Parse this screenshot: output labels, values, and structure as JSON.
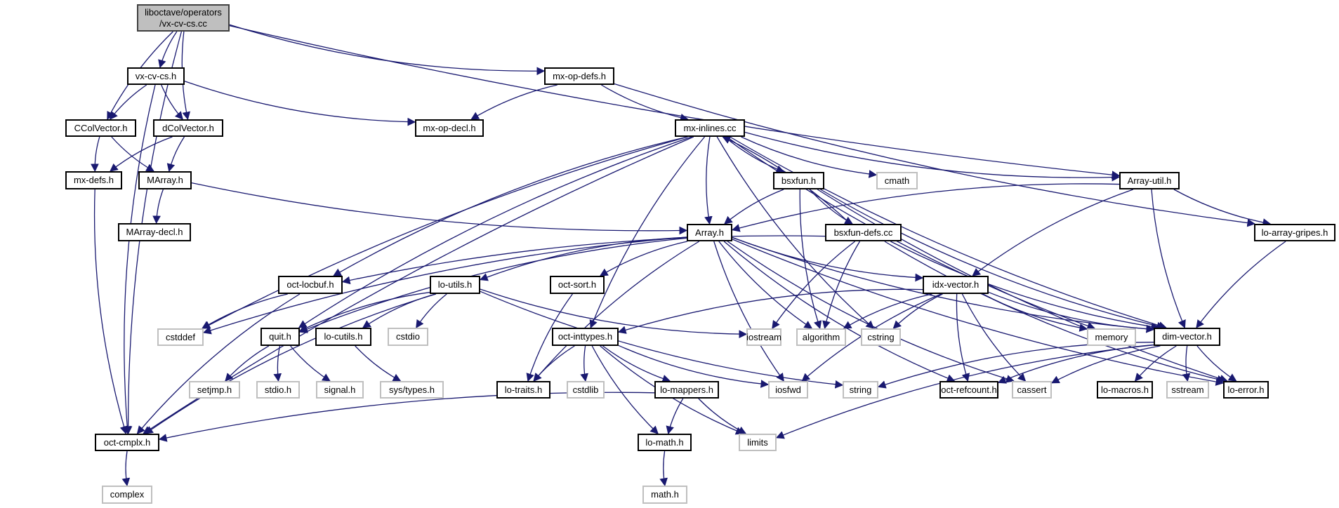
{
  "diagram": {
    "title": "Include dependency graph for liboctave/operators/vx-cv-cs.cc",
    "colors": {
      "edge": "#191970",
      "root_fill": "#bfbfbf",
      "external_border": "#bfbfbf",
      "node_border": "#000000"
    },
    "nodes": [
      {
        "id": "root",
        "label": "liboctave/operators\n/vx-cv-cs.cc",
        "kind": "root"
      },
      {
        "id": "vx-cv-cs.h",
        "label": "vx-cv-cs.h",
        "kind": "local"
      },
      {
        "id": "CColVector.h",
        "label": "CColVector.h",
        "kind": "local"
      },
      {
        "id": "dColVector.h",
        "label": "dColVector.h",
        "kind": "local"
      },
      {
        "id": "mx-defs.h",
        "label": "mx-defs.h",
        "kind": "local"
      },
      {
        "id": "MArray.h",
        "label": "MArray.h",
        "kind": "local"
      },
      {
        "id": "MArray-decl.h",
        "label": "MArray-decl.h",
        "kind": "local"
      },
      {
        "id": "mx-op-decl.h",
        "label": "mx-op-decl.h",
        "kind": "local"
      },
      {
        "id": "mx-op-defs.h",
        "label": "mx-op-defs.h",
        "kind": "local"
      },
      {
        "id": "mx-inlines.cc",
        "label": "mx-inlines.cc",
        "kind": "local"
      },
      {
        "id": "bsxfun.h",
        "label": "bsxfun.h",
        "kind": "local"
      },
      {
        "id": "cmath",
        "label": "cmath",
        "kind": "external"
      },
      {
        "id": "Array-util.h",
        "label": "Array-util.h",
        "kind": "local"
      },
      {
        "id": "lo-array-gripes.h",
        "label": "lo-array-gripes.h",
        "kind": "local"
      },
      {
        "id": "Array.h",
        "label": "Array.h",
        "kind": "local"
      },
      {
        "id": "bsxfun-defs.cc",
        "label": "bsxfun-defs.cc",
        "kind": "local"
      },
      {
        "id": "oct-locbuf.h",
        "label": "oct-locbuf.h",
        "kind": "local"
      },
      {
        "id": "lo-utils.h",
        "label": "lo-utils.h",
        "kind": "local"
      },
      {
        "id": "oct-sort.h",
        "label": "oct-sort.h",
        "kind": "local"
      },
      {
        "id": "idx-vector.h",
        "label": "idx-vector.h",
        "kind": "local"
      },
      {
        "id": "cstddef",
        "label": "cstddef",
        "kind": "external"
      },
      {
        "id": "quit.h",
        "label": "quit.h",
        "kind": "local"
      },
      {
        "id": "lo-cutils.h",
        "label": "lo-cutils.h",
        "kind": "local"
      },
      {
        "id": "cstdio",
        "label": "cstdio",
        "kind": "external"
      },
      {
        "id": "oct-inttypes.h",
        "label": "oct-inttypes.h",
        "kind": "local"
      },
      {
        "id": "iostream",
        "label": "iostream",
        "kind": "external"
      },
      {
        "id": "algorithm",
        "label": "algorithm",
        "kind": "external"
      },
      {
        "id": "cstring",
        "label": "cstring",
        "kind": "external"
      },
      {
        "id": "memory",
        "label": "memory",
        "kind": "external"
      },
      {
        "id": "dim-vector.h",
        "label": "dim-vector.h",
        "kind": "local"
      },
      {
        "id": "setjmp.h",
        "label": "setjmp.h",
        "kind": "external"
      },
      {
        "id": "stdio.h",
        "label": "stdio.h",
        "kind": "external"
      },
      {
        "id": "signal.h",
        "label": "signal.h",
        "kind": "external"
      },
      {
        "id": "sys/types.h",
        "label": "sys/types.h",
        "kind": "external"
      },
      {
        "id": "lo-traits.h",
        "label": "lo-traits.h",
        "kind": "local"
      },
      {
        "id": "cstdlib",
        "label": "cstdlib",
        "kind": "external"
      },
      {
        "id": "lo-mappers.h",
        "label": "lo-mappers.h",
        "kind": "local"
      },
      {
        "id": "iosfwd",
        "label": "iosfwd",
        "kind": "external"
      },
      {
        "id": "string",
        "label": "string",
        "kind": "external"
      },
      {
        "id": "oct-refcount.h",
        "label": "oct-refcount.h",
        "kind": "local"
      },
      {
        "id": "cassert",
        "label": "cassert",
        "kind": "external"
      },
      {
        "id": "lo-macros.h",
        "label": "lo-macros.h",
        "kind": "local"
      },
      {
        "id": "sstream",
        "label": "sstream",
        "kind": "external"
      },
      {
        "id": "lo-error.h",
        "label": "lo-error.h",
        "kind": "local"
      },
      {
        "id": "oct-cmplx.h",
        "label": "oct-cmplx.h",
        "kind": "local"
      },
      {
        "id": "lo-math.h",
        "label": "lo-math.h",
        "kind": "local"
      },
      {
        "id": "limits",
        "label": "limits",
        "kind": "external"
      },
      {
        "id": "complex",
        "label": "complex",
        "kind": "external"
      },
      {
        "id": "math.h",
        "label": "math.h",
        "kind": "external"
      }
    ],
    "edges": [
      [
        "root",
        "vx-cv-cs.h"
      ],
      [
        "root",
        "CColVector.h"
      ],
      [
        "root",
        "dColVector.h"
      ],
      [
        "root",
        "oct-cmplx.h"
      ],
      [
        "root",
        "mx-op-defs.h"
      ],
      [
        "root",
        "Array-util.h"
      ],
      [
        "vx-cv-cs.h",
        "CColVector.h"
      ],
      [
        "vx-cv-cs.h",
        "dColVector.h"
      ],
      [
        "vx-cv-cs.h",
        "mx-op-decl.h"
      ],
      [
        "vx-cv-cs.h",
        "oct-cmplx.h"
      ],
      [
        "CColVector.h",
        "mx-defs.h"
      ],
      [
        "CColVector.h",
        "MArray.h"
      ],
      [
        "dColVector.h",
        "mx-defs.h"
      ],
      [
        "dColVector.h",
        "MArray.h"
      ],
      [
        "mx-defs.h",
        "oct-cmplx.h"
      ],
      [
        "MArray.h",
        "MArray-decl.h"
      ],
      [
        "MArray.h",
        "Array.h"
      ],
      [
        "mx-op-defs.h",
        "mx-op-decl.h"
      ],
      [
        "mx-op-defs.h",
        "mx-inlines.cc"
      ],
      [
        "mx-op-defs.h",
        "lo-array-gripes.h"
      ],
      [
        "mx-inlines.cc",
        "Array.h"
      ],
      [
        "mx-inlines.cc",
        "bsxfun.h"
      ],
      [
        "mx-inlines.cc",
        "cmath"
      ],
      [
        "mx-inlines.cc",
        "Array-util.h"
      ],
      [
        "mx-inlines.cc",
        "oct-locbuf.h"
      ],
      [
        "mx-inlines.cc",
        "cstddef"
      ],
      [
        "mx-inlines.cc",
        "oct-cmplx.h"
      ],
      [
        "mx-inlines.cc",
        "quit.h"
      ],
      [
        "mx-inlines.cc",
        "oct-inttypes.h"
      ],
      [
        "mx-inlines.cc",
        "cstring"
      ],
      [
        "mx-inlines.cc",
        "memory"
      ],
      [
        "mx-inlines.cc",
        "dim-vector.h"
      ],
      [
        "bsxfun.h",
        "Array.h"
      ],
      [
        "bsxfun.h",
        "bsxfun-defs.cc"
      ],
      [
        "bsxfun.h",
        "algorithm"
      ],
      [
        "bsxfun.h",
        "dim-vector.h"
      ],
      [
        "bsxfun.h",
        "lo-error.h"
      ],
      [
        "bsxfun-defs.cc",
        "mx-inlines.cc"
      ],
      [
        "bsxfun-defs.cc",
        "oct-locbuf.h"
      ],
      [
        "bsxfun-defs.cc",
        "iostream"
      ],
      [
        "bsxfun-defs.cc",
        "algorithm"
      ],
      [
        "bsxfun-defs.cc",
        "dim-vector.h"
      ],
      [
        "bsxfun-defs.cc",
        "lo-error.h"
      ],
      [
        "Array-util.h",
        "Array.h"
      ],
      [
        "Array-util.h",
        "idx-vector.h"
      ],
      [
        "Array-util.h",
        "dim-vector.h"
      ],
      [
        "Array-util.h",
        "lo-array-gripes.h"
      ],
      [
        "lo-array-gripes.h",
        "dim-vector.h"
      ],
      [
        "Array.h",
        "cstddef"
      ],
      [
        "Array.h",
        "lo-utils.h"
      ],
      [
        "Array.h",
        "oct-sort.h"
      ],
      [
        "Array.h",
        "quit.h"
      ],
      [
        "Array.h",
        "lo-traits.h"
      ],
      [
        "Array.h",
        "idx-vector.h"
      ],
      [
        "Array.h",
        "algorithm"
      ],
      [
        "Array.h",
        "iosfwd"
      ],
      [
        "Array.h",
        "oct-refcount.h"
      ],
      [
        "Array.h",
        "cassert"
      ],
      [
        "Array.h",
        "dim-vector.h"
      ],
      [
        "Array.h",
        "lo-error.h"
      ],
      [
        "oct-locbuf.h",
        "cstddef"
      ],
      [
        "oct-locbuf.h",
        "oct-cmplx.h"
      ],
      [
        "lo-utils.h",
        "quit.h"
      ],
      [
        "lo-utils.h",
        "lo-cutils.h"
      ],
      [
        "lo-utils.h",
        "cstdio"
      ],
      [
        "lo-utils.h",
        "iostream"
      ],
      [
        "lo-utils.h",
        "string"
      ],
      [
        "lo-utils.h",
        "oct-cmplx.h"
      ],
      [
        "oct-sort.h",
        "lo-traits.h"
      ],
      [
        "quit.h",
        "setjmp.h"
      ],
      [
        "quit.h",
        "stdio.h"
      ],
      [
        "quit.h",
        "signal.h"
      ],
      [
        "lo-cutils.h",
        "sys/types.h"
      ],
      [
        "idx-vector.h",
        "oct-inttypes.h"
      ],
      [
        "idx-vector.h",
        "algorithm"
      ],
      [
        "idx-vector.h",
        "cstring"
      ],
      [
        "idx-vector.h",
        "memory"
      ],
      [
        "idx-vector.h",
        "dim-vector.h"
      ],
      [
        "idx-vector.h",
        "iosfwd"
      ],
      [
        "idx-vector.h",
        "oct-refcount.h"
      ],
      [
        "idx-vector.h",
        "cassert"
      ],
      [
        "oct-inttypes.h",
        "lo-traits.h"
      ],
      [
        "oct-inttypes.h",
        "cstdlib"
      ],
      [
        "oct-inttypes.h",
        "lo-mappers.h"
      ],
      [
        "oct-inttypes.h",
        "lo-math.h"
      ],
      [
        "oct-inttypes.h",
        "limits"
      ],
      [
        "oct-inttypes.h",
        "iosfwd"
      ],
      [
        "lo-mappers.h",
        "oct-cmplx.h"
      ],
      [
        "lo-mappers.h",
        "lo-math.h"
      ],
      [
        "lo-mappers.h",
        "limits"
      ],
      [
        "lo-math.h",
        "math.h"
      ],
      [
        "oct-cmplx.h",
        "complex"
      ],
      [
        "dim-vector.h",
        "string"
      ],
      [
        "dim-vector.h",
        "oct-refcount.h"
      ],
      [
        "dim-vector.h",
        "cassert"
      ],
      [
        "dim-vector.h",
        "lo-macros.h"
      ],
      [
        "dim-vector.h",
        "sstream"
      ],
      [
        "dim-vector.h",
        "lo-error.h"
      ],
      [
        "dim-vector.h",
        "limits"
      ]
    ]
  }
}
